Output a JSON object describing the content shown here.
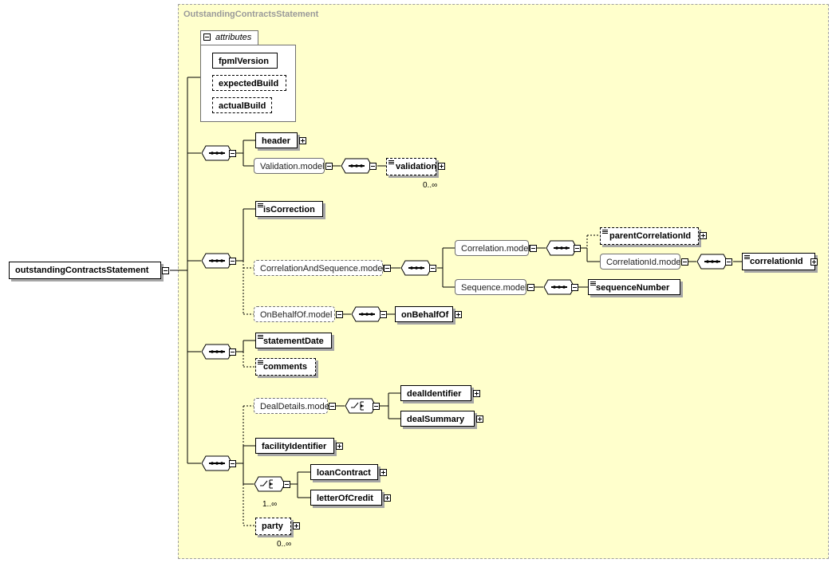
{
  "title": "OutstandingContractsStatement",
  "root": {
    "label": "outstandingContractsStatement"
  },
  "attributes": {
    "label": "attributes",
    "items": [
      {
        "label": "fpmlVersion"
      },
      {
        "label": "expectedBuild"
      },
      {
        "label": "actualBuild"
      }
    ]
  },
  "elements": {
    "header": "header",
    "validation_model": "Validation.model",
    "validation": "validation",
    "validation_card": "0..∞",
    "is_correction": "isCorrection",
    "correlation_and_sequence_model": "CorrelationAndSequence.model",
    "correlation_model": "Correlation.model",
    "parent_correlation_id": "parentCorrelationId",
    "correlation_id_model": "CorrelationId.model",
    "correlation_id": "correlationId",
    "sequence_model": "Sequence.model",
    "sequence_number": "sequenceNumber",
    "on_behalf_of_model": "OnBehalfOf.model",
    "on_behalf_of": "onBehalfOf",
    "statement_date": "statementDate",
    "comments": "comments",
    "deal_details_model": "DealDetails.model",
    "deal_identifier": "dealIdentifier",
    "deal_summary": "dealSummary",
    "facility_identifier": "facilityIdentifier",
    "choice_card": "1..∞",
    "loan_contract": "loanContract",
    "letter_of_credit": "letterOfCredit",
    "party": "party",
    "party_card": "0..∞"
  }
}
